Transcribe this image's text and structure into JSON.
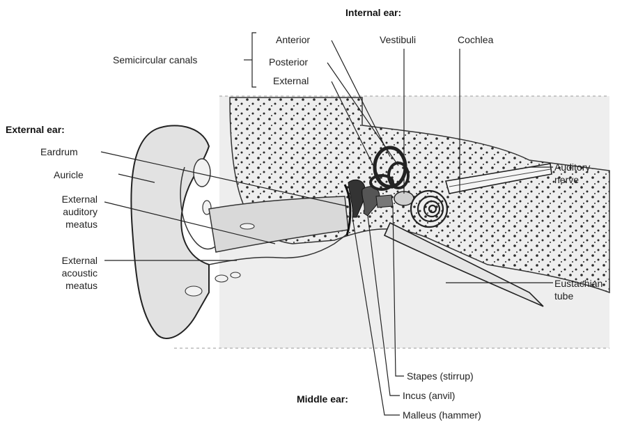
{
  "headings": {
    "internal_ear": "Internal ear:",
    "external_ear": "External ear:",
    "middle_ear": "Middle ear:"
  },
  "labels": {
    "semicircular_canals": "Semicircular canals",
    "anterior": "Anterior",
    "posterior": "Posterior",
    "external": "External",
    "vestibuli": "Vestibuli",
    "cochlea": "Cochlea",
    "eardrum": "Eardrum",
    "auricle": "Auricle",
    "external_auditory_meatus": "External\nauditory\nmeatus",
    "external_acoustic_meatus": "External\nacoustic\nmeatus",
    "auditory_nerve": "Auditory\nnerve",
    "eustachian_tube": "Eustachian\ntube",
    "stapes": "Stapes (stirrup)",
    "incus": "Incus (anvil)",
    "malleus": "Malleus (hammer)"
  }
}
